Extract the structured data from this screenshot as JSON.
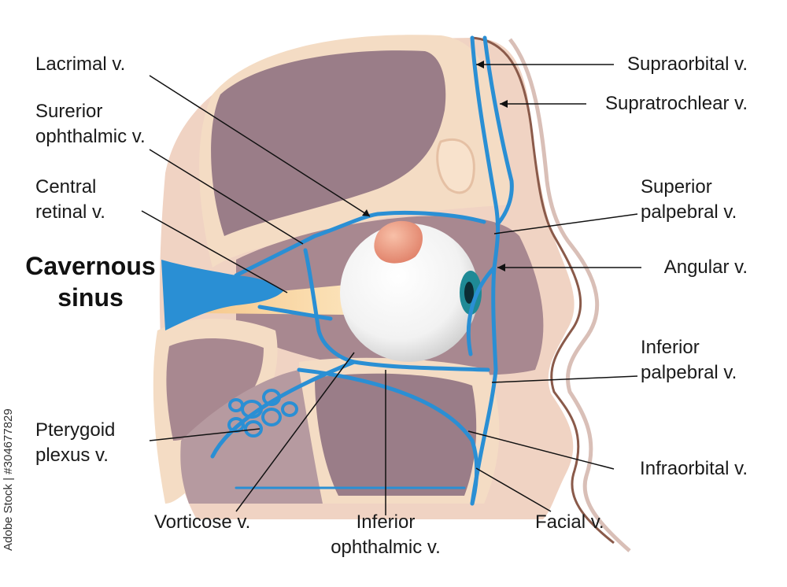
{
  "diagram": {
    "title_lines": [
      "Cavernous",
      "sinus"
    ],
    "labels": {
      "lacrimal": [
        "Lacrimal v."
      ],
      "superior_ophthalmic": [
        "Surerior",
        "ophthalmic v."
      ],
      "central_retinal": [
        "Central",
        "retinal v."
      ],
      "pterygoid": [
        "Pterygoid",
        "plexus v."
      ],
      "vorticose": [
        "Vorticose v."
      ],
      "inferior_ophthalmic": [
        "Inferior",
        "ophthalmic v."
      ],
      "facial": [
        "Facial v."
      ],
      "supraorbital": [
        "Supraorbital v."
      ],
      "supratrochlear": [
        "Supratrochlear v."
      ],
      "superior_palpebral": [
        "Superior",
        "palpebral v."
      ],
      "angular": [
        "Angular v."
      ],
      "inferior_palpebral": [
        "Inferior",
        "palpebral v."
      ],
      "infraorbital": [
        "Infraorbital  v."
      ]
    },
    "watermark_credit": {
      "source": "Adobe Stock",
      "id": "#304677829"
    },
    "colors": {
      "vein": "#2a8fd4",
      "vein_dark": "#1a6fb0",
      "skin": "#f2d4c4",
      "tissue": "#9c7c86",
      "bone": "#f4dcc4",
      "sclera": "#ffffff",
      "iris": "#1f8a96",
      "lacrimal_gland": "#f0a088"
    }
  }
}
